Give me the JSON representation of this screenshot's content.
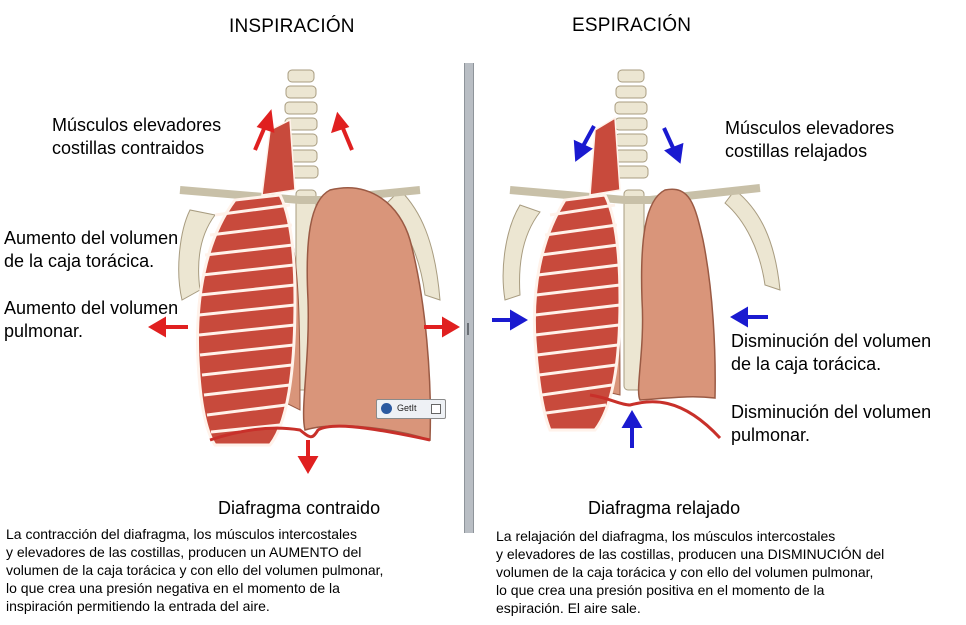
{
  "inspiracion": {
    "title": "INSPIRACIÓN",
    "musculos_1": "Músculos elevadores",
    "musculos_2": "costillas contraidos",
    "aumento_caja_1": "Aumento del volumen",
    "aumento_caja_2": "de la caja torácica.",
    "aumento_pulmonar_1": "Aumento del volumen",
    "aumento_pulmonar_2": "pulmonar.",
    "diafragma": "Diafragma contraido",
    "desc": [
      "La contracción del diafragma, los músculos intercostales",
      "y elevadores de las costillas, producen un AUMENTO del",
      "volumen de la caja torácica y con ello del volumen pulmonar,",
      "lo que crea una presión negativa en el momento de la",
      "inspiración permitiendo la entrada del aire."
    ]
  },
  "espiracion": {
    "title": "ESPIRACIÓN",
    "musculos_1": "Músculos elevadores",
    "musculos_2": "costillas relajados",
    "dismin_caja_1": "Disminución del volumen",
    "dismin_caja_2": "de la caja torácica.",
    "dismin_pulmonar_1": "Disminución del volumen",
    "dismin_pulmonar_2": "pulmonar.",
    "diafragma": "Diafragma relajado",
    "desc": [
      "La relajación del diafragma, los músculos intercostales",
      "y elevadores de las costillas, producen una DISMINUCIÓN del",
      "volumen de la caja torácica y con ello del volumen pulmonar,",
      "lo que crea una presión positiva en el momento de la",
      "espiración. El aire sale."
    ]
  },
  "getit_button": "GetIt",
  "colors": {
    "inspiration_arrow": "#e02020",
    "expiration_arrow": "#1a1ad0",
    "lung": "#d9957a",
    "rib": "#c84a3c",
    "bone": "#ece6d2"
  }
}
